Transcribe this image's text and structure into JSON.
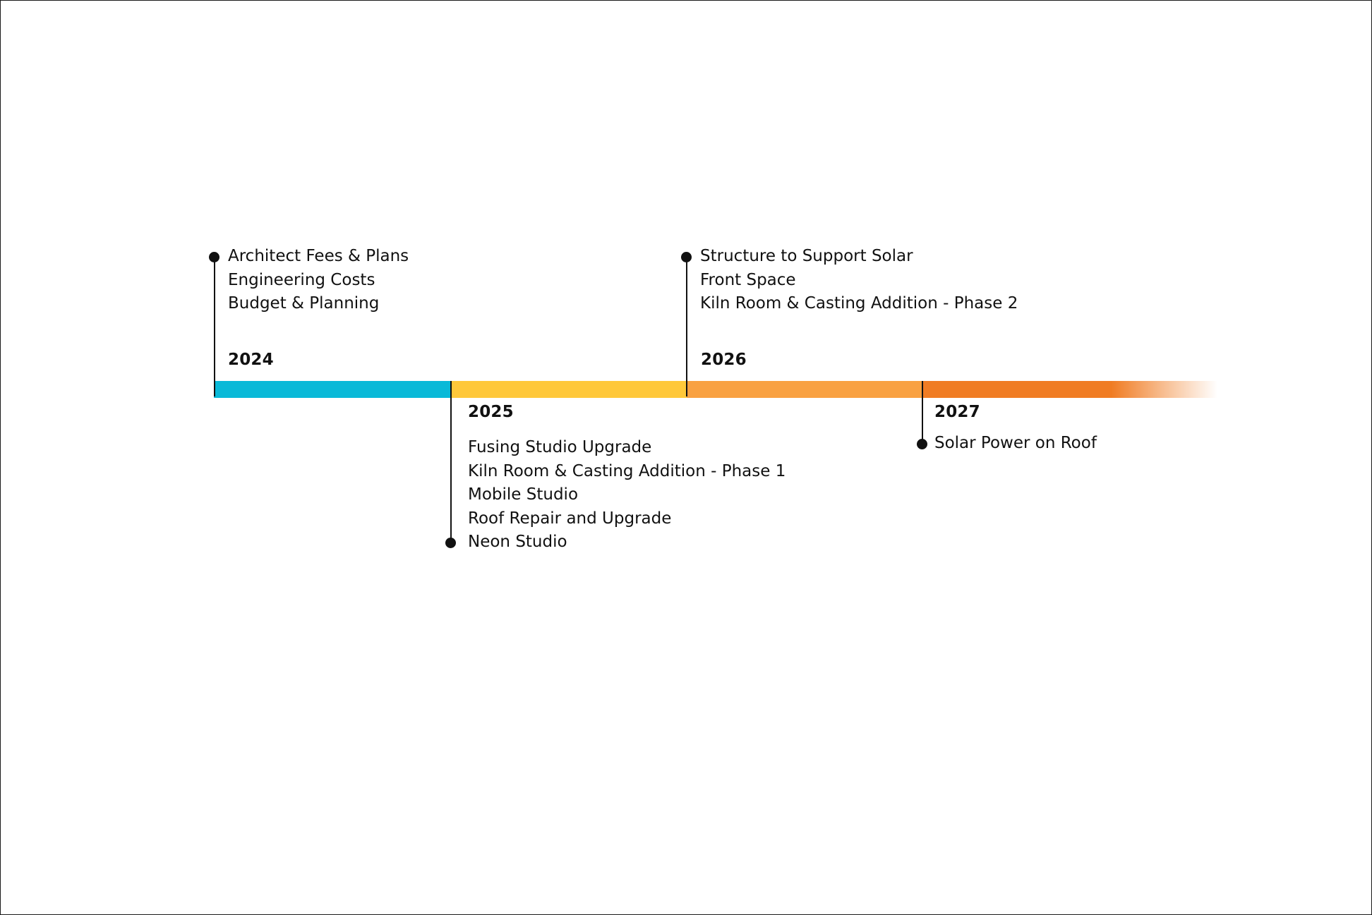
{
  "colors": {
    "2024": "#09b9d8",
    "2025": "#ffc83a",
    "2026": "#f9a141",
    "2027": "#f07c23",
    "line": "#111111"
  },
  "timeline": [
    {
      "year": "2024",
      "items": [
        "Architect Fees & Plans",
        "Engineering Costs",
        "Budget & Planning"
      ]
    },
    {
      "year": "2025",
      "items": [
        "Fusing Studio Upgrade",
        "Kiln Room & Casting Addition - Phase 1",
        "Mobile Studio",
        "Roof Repair and Upgrade",
        "Neon Studio"
      ]
    },
    {
      "year": "2026",
      "items": [
        "Structure to Support Solar",
        "Front Space",
        "Kiln Room & Casting Addition - Phase 2"
      ]
    },
    {
      "year": "2027",
      "items": [
        "Solar Power on Roof"
      ]
    }
  ]
}
